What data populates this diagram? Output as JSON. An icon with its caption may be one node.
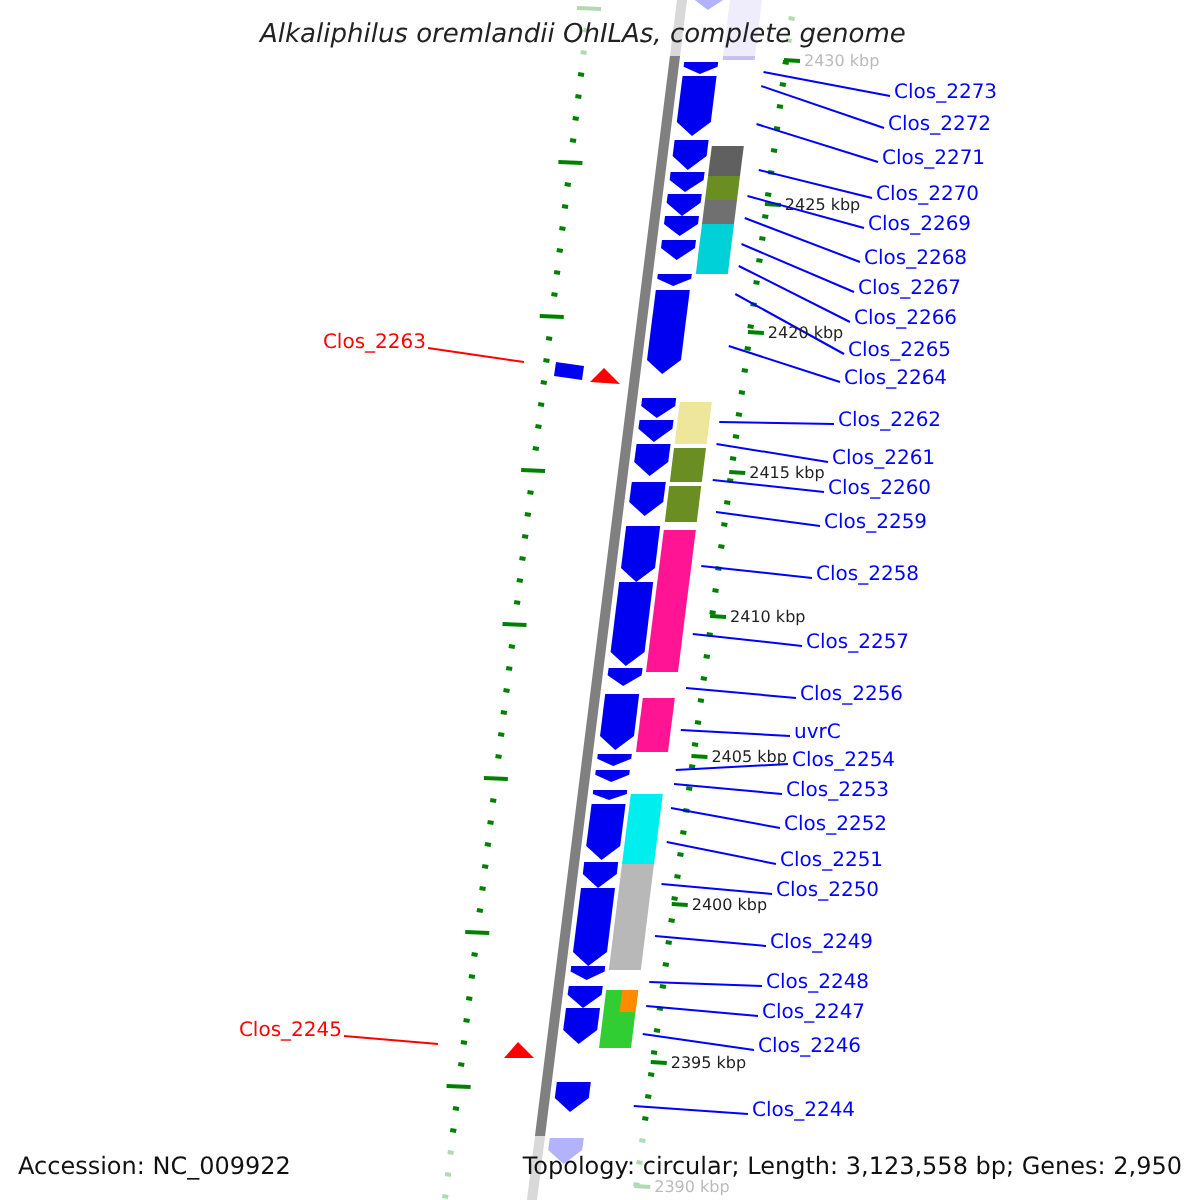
{
  "diagram": {
    "title": "Alkaliphilus oremlandii OhILAs, complete genome",
    "nodes": [
      {
        "text": [
          "Clos_2273"
        ]
      },
      {
        "text": [
          "Clos_2272"
        ]
      },
      {
        "text": [
          "Clos_2271"
        ]
      },
      {
        "text": [
          "Clos_2270"
        ]
      },
      {
        "text": [
          "Clos_2269"
        ]
      },
      {
        "text": [
          "Clos_2268"
        ]
      },
      {
        "text": [
          "Clos_2267"
        ]
      },
      {
        "text": [
          "Clos_2266"
        ]
      },
      {
        "text": [
          "Clos_2263"
        ]
      },
      {
        "text": [
          "Clos_2265"
        ]
      },
      {
        "text": [
          "Clos_2264"
        ]
      },
      {
        "text": [
          "Clos_2262"
        ]
      },
      {
        "text": [
          "Clos_2261"
        ]
      },
      {
        "text": [
          "Clos_2260"
        ]
      },
      {
        "text": [
          "Clos_2259"
        ]
      },
      {
        "text": [
          "Clos_2258"
        ]
      },
      {
        "text": [
          "Clos_2257"
        ]
      },
      {
        "text": [
          "Clos_2256"
        ]
      },
      {
        "text": [
          "uvrC"
        ]
      },
      {
        "text": [
          "Clos_2254"
        ]
      },
      {
        "text": [
          "Clos_2253"
        ]
      },
      {
        "text": [
          "Clos_2252"
        ]
      },
      {
        "text": [
          "Clos_2251"
        ]
      },
      {
        "text": [
          "Clos_2250"
        ]
      },
      {
        "text": [
          "Clos_2249"
        ]
      },
      {
        "text": [
          "Clos_2248"
        ]
      },
      {
        "text": [
          "Clos_2247"
        ]
      },
      {
        "text": [
          "Clos_2246"
        ]
      },
      {
        "text": [
          "Clos_2245"
        ]
      },
      {
        "text": [
          "Clos_2244"
        ]
      }
    ],
    "edges": [
      {
        "from": 0,
        "to": null,
        "arrow": "none"
      },
      {
        "from": 1,
        "to": null,
        "arrow": "none"
      },
      {
        "from": 2,
        "to": null,
        "arrow": "none"
      },
      {
        "from": 3,
        "to": null,
        "arrow": "none"
      },
      {
        "from": 4,
        "to": null,
        "arrow": "none"
      },
      {
        "from": 5,
        "to": null,
        "arrow": "none"
      },
      {
        "from": 6,
        "to": null,
        "arrow": "none"
      },
      {
        "from": 7,
        "to": null,
        "arrow": "none"
      },
      {
        "from": 8,
        "to": null,
        "arrow": "none",
        "color": "#ff0000"
      },
      {
        "from": 9,
        "to": null,
        "arrow": "none"
      },
      {
        "from": 10,
        "to": null,
        "arrow": "none"
      },
      {
        "from": 11,
        "to": null,
        "arrow": "none"
      },
      {
        "from": 12,
        "to": null,
        "arrow": "none"
      },
      {
        "from": 13,
        "to": null,
        "arrow": "none"
      },
      {
        "from": 14,
        "to": null,
        "arrow": "none"
      },
      {
        "from": 15,
        "to": null,
        "arrow": "none"
      },
      {
        "from": 16,
        "to": null,
        "arrow": "none"
      },
      {
        "from": 17,
        "to": null,
        "arrow": "none"
      },
      {
        "from": 18,
        "to": null,
        "arrow": "none"
      },
      {
        "from": 19,
        "to": null,
        "arrow": "none"
      },
      {
        "from": 20,
        "to": null,
        "arrow": "none"
      },
      {
        "from": 21,
        "to": null,
        "arrow": "none"
      },
      {
        "from": 22,
        "to": null,
        "arrow": "none"
      },
      {
        "from": 23,
        "to": null,
        "arrow": "none"
      },
      {
        "from": 24,
        "to": null,
        "arrow": "none"
      },
      {
        "from": 25,
        "to": null,
        "arrow": "none"
      },
      {
        "from": 26,
        "to": null,
        "arrow": "none"
      },
      {
        "from": 27,
        "to": null,
        "arrow": "none"
      },
      {
        "from": 28,
        "to": null,
        "arrow": "none",
        "color": "#ff0000"
      },
      {
        "from": 29,
        "to": null,
        "arrow": "none"
      }
    ],
    "labels": [
      "2430 kbp",
      "2425 kbp",
      "2420 kbp",
      "2415 kbp",
      "2410 kbp",
      "2405 kbp",
      "2400 kbp",
      "2395 kbp",
      "2390 kbp",
      "Accession: NC_009922",
      "Topology: circular; Length: 3,123,558 bp; Genes: 2,950"
    ]
  }
}
